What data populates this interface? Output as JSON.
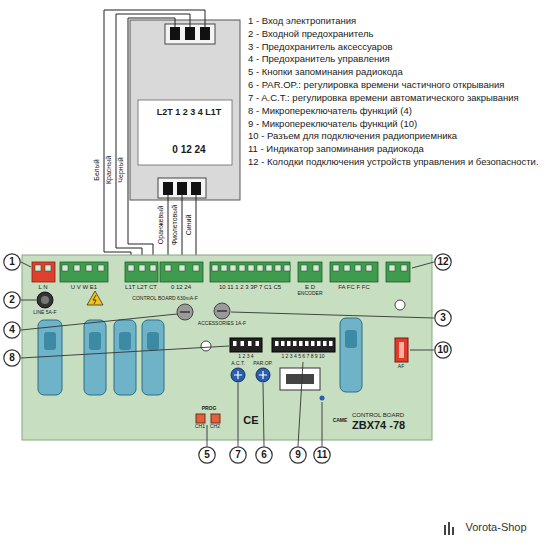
{
  "diagram": {
    "nodes": [
      {
        "text": [
          "L2T 1 2 3 4 L1T",
          "0 12 24"
        ]
      },
      {
        "text": [
          "CONTROL BOARD",
          "ZBX74 -78"
        ]
      },
      {
        "text": [
          "1"
        ]
      },
      {
        "text": [
          "2"
        ]
      },
      {
        "text": [
          "3"
        ]
      },
      {
        "text": [
          "4"
        ]
      },
      {
        "text": [
          "5"
        ]
      },
      {
        "text": [
          "6"
        ]
      },
      {
        "text": [
          "7"
        ]
      },
      {
        "text": [
          "8"
        ]
      },
      {
        "text": [
          "9"
        ]
      },
      {
        "text": [
          "10"
        ]
      },
      {
        "text": [
          "11"
        ]
      },
      {
        "text": [
          "12"
        ]
      }
    ],
    "labels": [
      "1 - Вход электропитания",
      "2 - Входной предохранитель",
      "3 - Предохранитель аксессуаров",
      "4 - Предохранитель управления",
      "5 - Кнопки запоминания радиокода",
      "6 - PAR.OP.: регулировка времени частичного открывания",
      "7 - A.C.T.: регулировка времени автоматического закрывания",
      "8 - Микропереключатель функций (4)",
      "9 - Микропереключатель функций (10)",
      "10 - Разъем для подключения радиоприемника",
      "11 - Индикатор запоминания радиокода",
      "12 - Колодки подключения устройств управления и безопасности.",
      "Белый",
      "Красный",
      "Черный",
      "Оранжевый",
      "Фиолетовый",
      "Синий",
      "L N",
      "U V W E1",
      "L1T L2T CT",
      "0 12 24",
      "10 11 1 2 3 3P 7 C1 C5",
      "E D",
      "FA FC F FC",
      "ENCODER",
      "LINE 5A-F",
      "ACCESSORIES 1A-F",
      "CONTROL BOARD 630mA-F",
      "1 2 3 4",
      "1 2 3 4 5 6 7 8 9 10",
      "A.C.T.",
      "PAR.OP.",
      "PROG",
      "CH1",
      "CH2",
      "CE",
      "AF",
      "CAME",
      "Vorota-Shop"
    ]
  }
}
